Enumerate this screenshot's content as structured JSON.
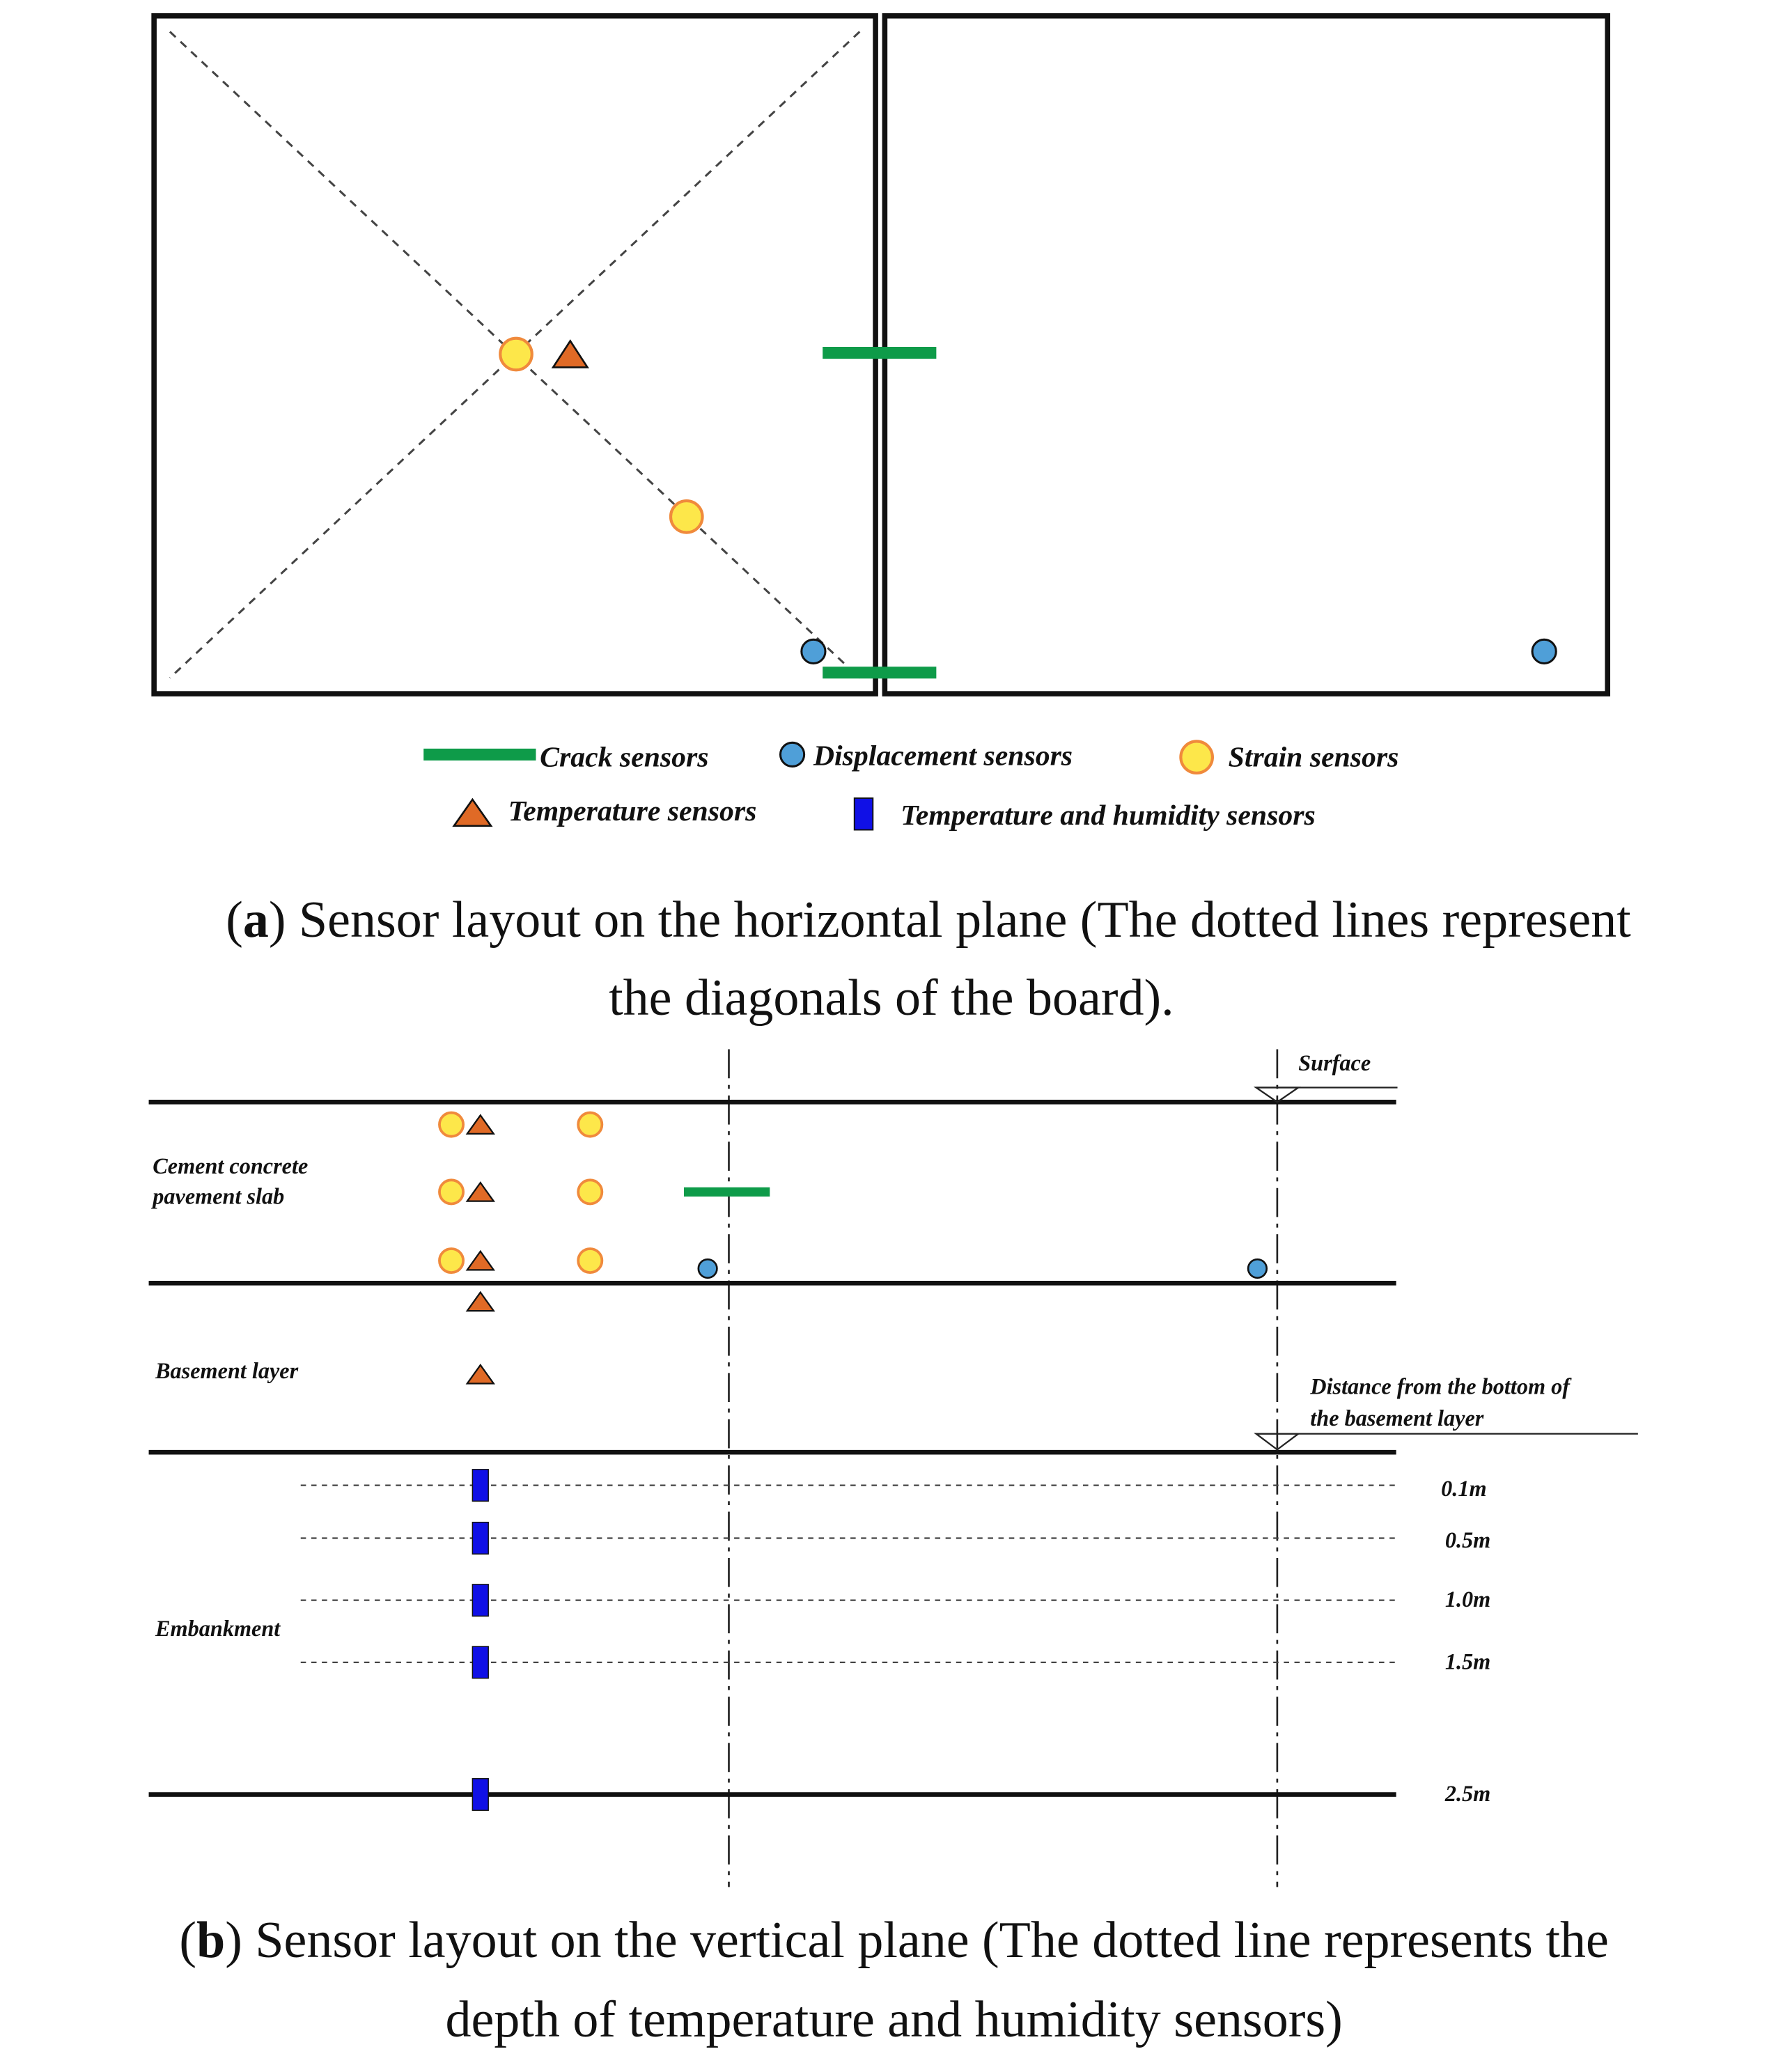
{
  "colors": {
    "crack": "#0e9b49",
    "displacement": "#4f9fd8",
    "strain_fill": "#fde74a",
    "strain_stroke": "#f08a3c",
    "temperature": "#e06a26",
    "humidity": "#1010e6",
    "line": "#111111"
  },
  "legend": {
    "crack": "Crack sensors",
    "displacement": "Displacement sensors",
    "strain": "Strain sensors",
    "temperature": "Temperature sensors",
    "temp_humidity": "Temperature and humidity sensors"
  },
  "caption_a": {
    "letter": "a",
    "line1": ") Sensor layout on the horizontal plane (The dotted lines represent",
    "line2": "the diagonals of the board)."
  },
  "caption_b": {
    "letter": "b",
    "line1": ") Sensor layout on the vertical plane (The dotted line represents the",
    "line2": "depth of temperature and humidity sensors)"
  },
  "section": {
    "surface": "Surface",
    "slab_line1": "Cement concrete",
    "slab_line2": "pavement slab",
    "basement": "Basement layer",
    "embankment": "Embankment",
    "distance_line1": "Distance from the bottom of",
    "distance_line2": "the basement layer",
    "depths": [
      "0.1m",
      "0.5m",
      "1.0m",
      "1.5m",
      "2.5m"
    ]
  }
}
